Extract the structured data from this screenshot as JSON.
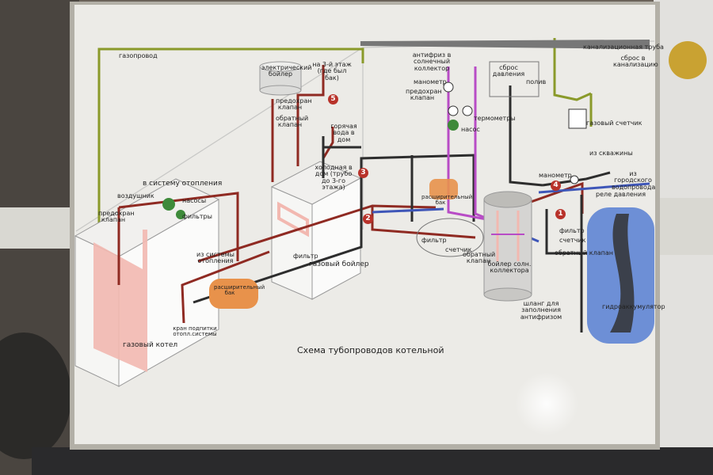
{
  "image": {
    "description_visible_text_only": true
  },
  "title": "Схема тубопроводов котельной",
  "labels": {
    "gas_line": "газопровод",
    "sewer_pipe": "канализационная труба",
    "sewer_drain": "сброс в канализацию",
    "gas_meter": "газовый счетчик",
    "from_well": "из скважины",
    "from_city_water": "из городского водопровода",
    "water_relay": "реле давления",
    "electric_boiler": "электрический бойлер",
    "to_3rd_floor": "на 3-й этаж (где был бак)",
    "safety_valve_1": "предохран клапан",
    "check_valve_1": "обратный клапан",
    "hot_water_home": "горячая вода в дом",
    "cold_to_home": "холодная в дом (трубо до 3-го этажа)",
    "to_heating": "в систему отопления",
    "air_vent": "воздушник",
    "pumps": "насосы",
    "filters": "фильтры",
    "safety_valve_2": "предохран клапан",
    "from_heating": "из системы отопления",
    "gas_boiler_box": "газовый бойлер",
    "filter_1": "фильтр",
    "expansion_tank": "расширительный бак",
    "gas_boiler_label": "газовый котел",
    "refill_valve": "кран подпитки отопл.системы",
    "antifreeze_solar": "антифриз в солнечный коллектор",
    "manometer": "манометр",
    "safety_valve_3": "предохран клапан",
    "thermometers": "термометры",
    "pump": "насос",
    "pressure_drop": "сброс давления",
    "floor": "полив",
    "expansion_tank_2": "расширительный бак",
    "filter_2": "фильтр",
    "meter_2": "счетчик",
    "check_valve_2": "обратный клапан",
    "solar_boiler": "бойлер солн. коллектора",
    "antifreeze_hose": "шланг для заполнения антифризом",
    "filter_3": "фильтр",
    "meter_3": "счетчик",
    "check_valve_3": "обратный клапан",
    "manometer_2": "манометр",
    "hydro_accumulator": "гидроаккумулятор"
  },
  "markers": [
    "1",
    "2",
    "3",
    "4",
    "5"
  ],
  "colors": {
    "board": "#ecebe7",
    "frame": "#b9b6ae",
    "gas_pipe": "#8a9a2a",
    "hot_pipe": "#8f2a22",
    "cold_pipe": "#2d2d2d",
    "blue_pipe": "#3e56b8",
    "antifreeze_pipe": "#b84cc6",
    "orange_part": "#e8924b",
    "pink_heater": "#f2b8b0",
    "green_pump": "#3e8a3a",
    "accumulator_blue": "#6d8fd6"
  }
}
